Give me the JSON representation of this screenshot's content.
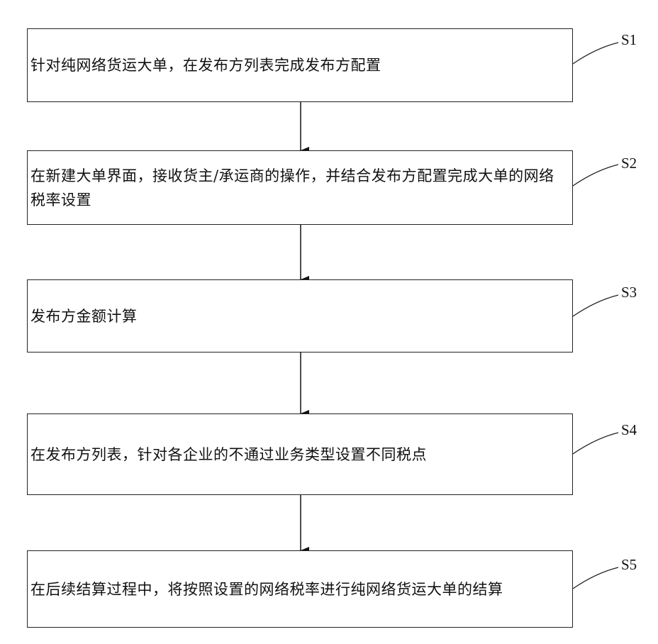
{
  "steps": [
    {
      "label": "S1",
      "text": "针对纯网络货运大单，在发布方列表完成发布方配置"
    },
    {
      "label": "S2",
      "text": "在新建大单界面，接收货主/承运商的操作，并结合发布方配置完成大单的网络税率设置"
    },
    {
      "label": "S3",
      "text": "发布方金额计算"
    },
    {
      "label": "S4",
      "text": "在发布方列表，针对各企业的不通过业务类型设置不同税点"
    },
    {
      "label": "S5",
      "text": "在后续结算过程中，将按照设置的网络税率进行纯网络货运大单的结算"
    }
  ]
}
